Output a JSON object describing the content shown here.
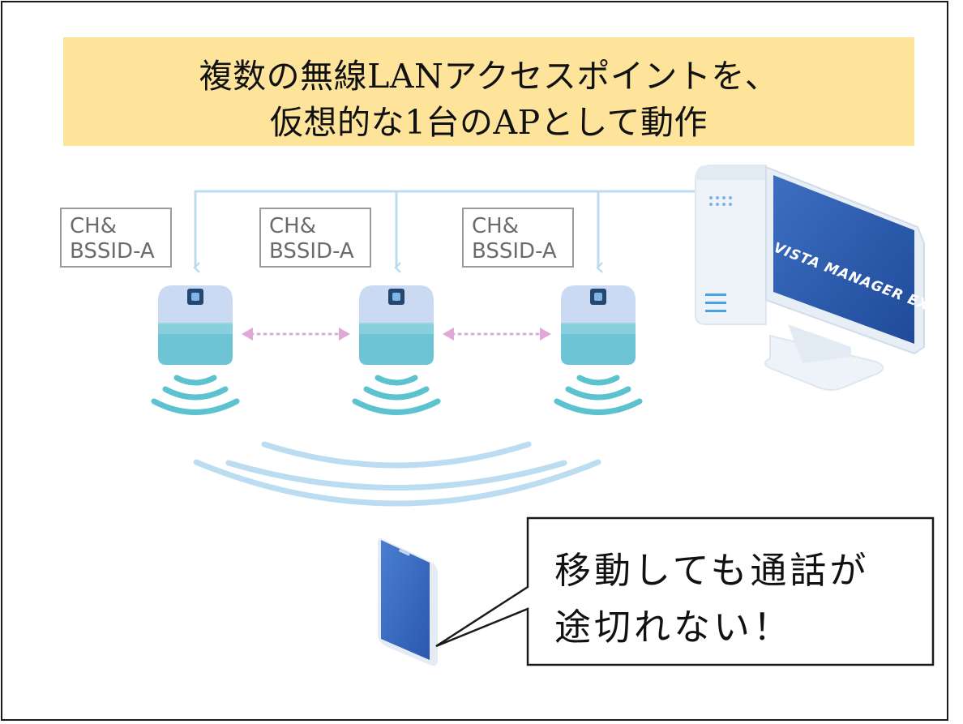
{
  "title": {
    "line1": "複数の無線LANアクセスポイントを、",
    "line2": "仮想的な1台のAPとして動作"
  },
  "access_points": [
    {
      "label_line1": "CH&",
      "label_line2": "BSSID-A"
    },
    {
      "label_line1": "CH&",
      "label_line2": "BSSID-A"
    },
    {
      "label_line1": "CH&",
      "label_line2": "BSSID-A"
    }
  ],
  "server": {
    "monitor_logo": "VISTA MANAGER EX"
  },
  "callout": {
    "line1": "移動しても通話が",
    "line2": "途切れない！"
  },
  "colors": {
    "title_band": "#fde49a",
    "network_line": "#bcdcf2",
    "ap_top": "#c9daf2",
    "ap_bottom": "#6cc4d4",
    "wifi_small": "#5cc2cf",
    "wifi_large": "#bcdcf2",
    "roaming_link": "#e0a8d8",
    "device": "#3a6bc0",
    "monitor": "#2a56a8"
  }
}
